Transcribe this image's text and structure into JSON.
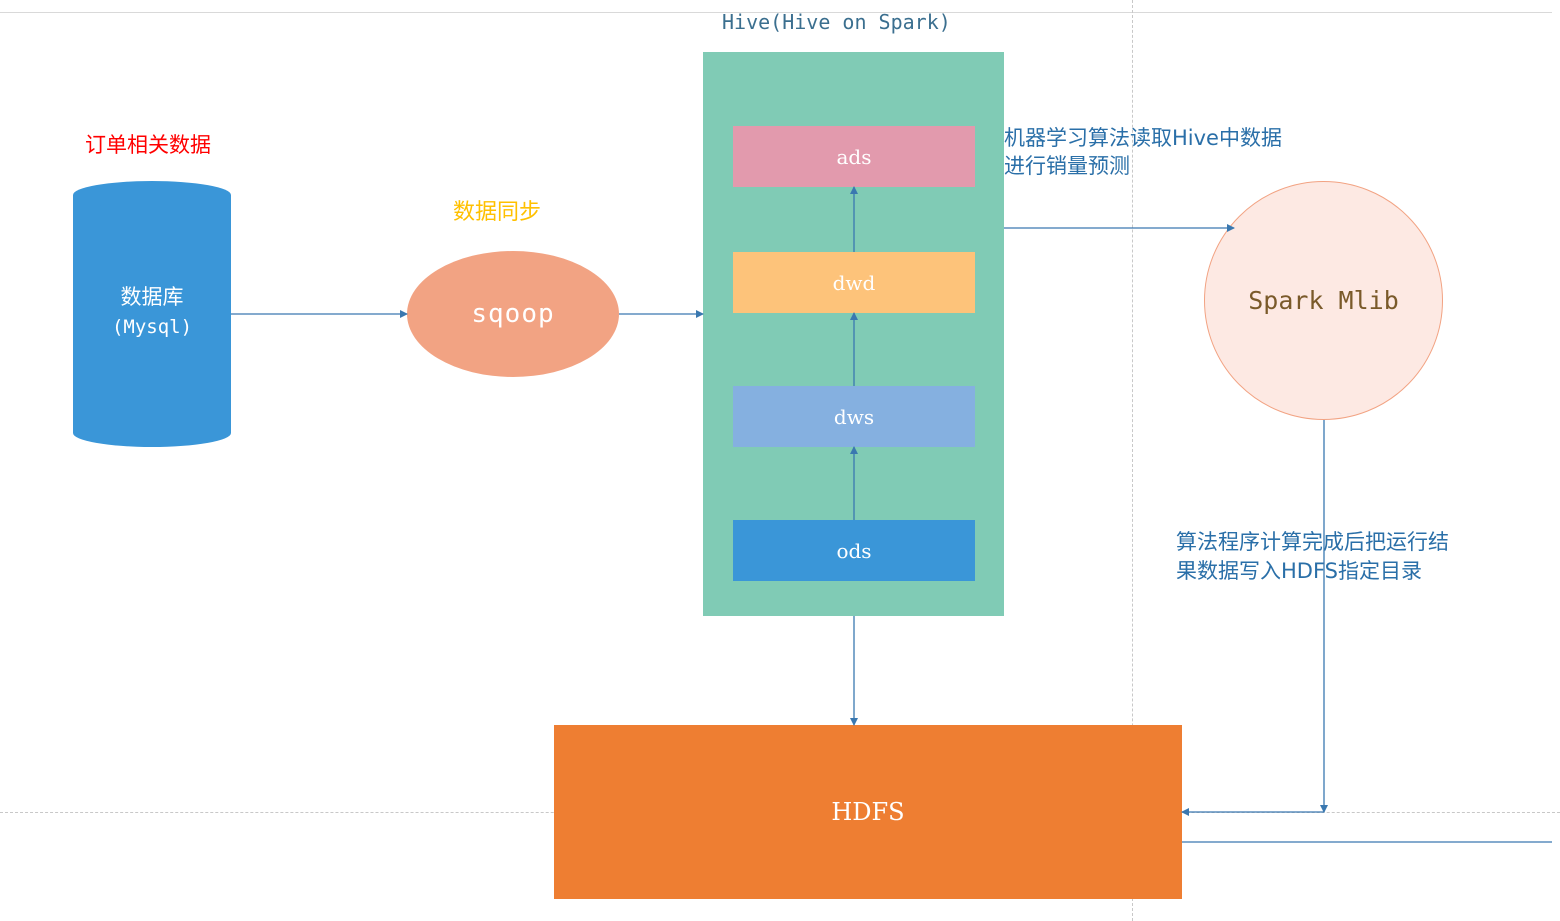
{
  "hive_title": "Hive(Hive on Spark)",
  "order_data_label": "订单相关数据",
  "database": {
    "line1": "数据库",
    "line2": "(Mysql)"
  },
  "sync_label": "数据同步",
  "sqoop_label": "sqoop",
  "layers": {
    "ads": "ads",
    "dwd": "dwd",
    "dws": "dws",
    "ods": "ods"
  },
  "ml_note": {
    "line1": "机器学习算法读取Hive中数据",
    "line2": "进行销量预测"
  },
  "spark_label": "Spark Mlib",
  "result_note": {
    "line1": "算法程序计算完成后把运行结",
    "line2": "果数据写入HDFS指定目录"
  },
  "hdfs_label": "HDFS",
  "colors": {
    "database": "#3a96d8",
    "sqoop": "#f2a383",
    "hive": "#80cbb5",
    "ads": "#e29aad",
    "dwd": "#fdc37a",
    "dws": "#85b0e0",
    "ods": "#3a96d8",
    "hdfs": "#ee7e32",
    "arrow": "#3a78b0",
    "order_label": "#ff0000",
    "sync_label": "#ffc000"
  }
}
